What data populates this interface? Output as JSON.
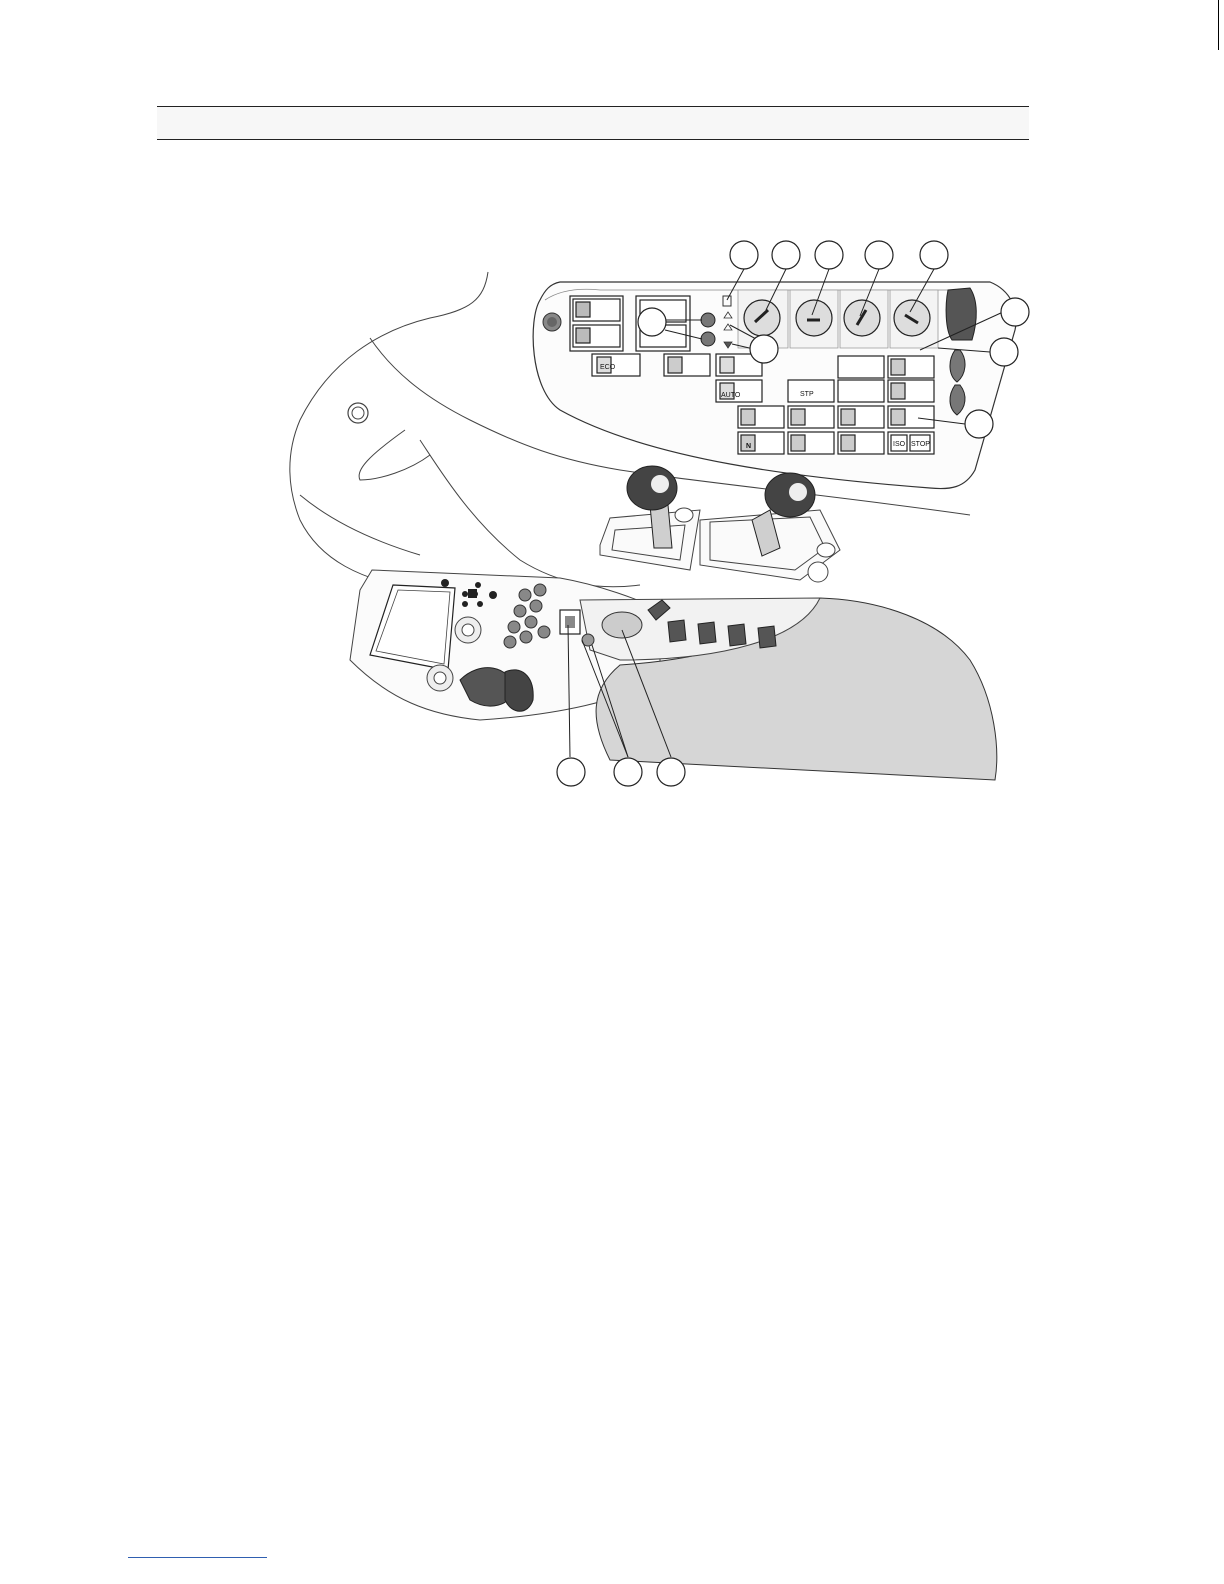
{
  "panel_labels": {
    "eco": "ECO",
    "auto": "AUTO",
    "stop": "STOP",
    "iso": "ISO",
    "stp": "STP",
    "n": "N"
  },
  "callouts": {
    "count_top": 5,
    "count_right": 3,
    "count_left": 2,
    "count_bottom": 3
  }
}
